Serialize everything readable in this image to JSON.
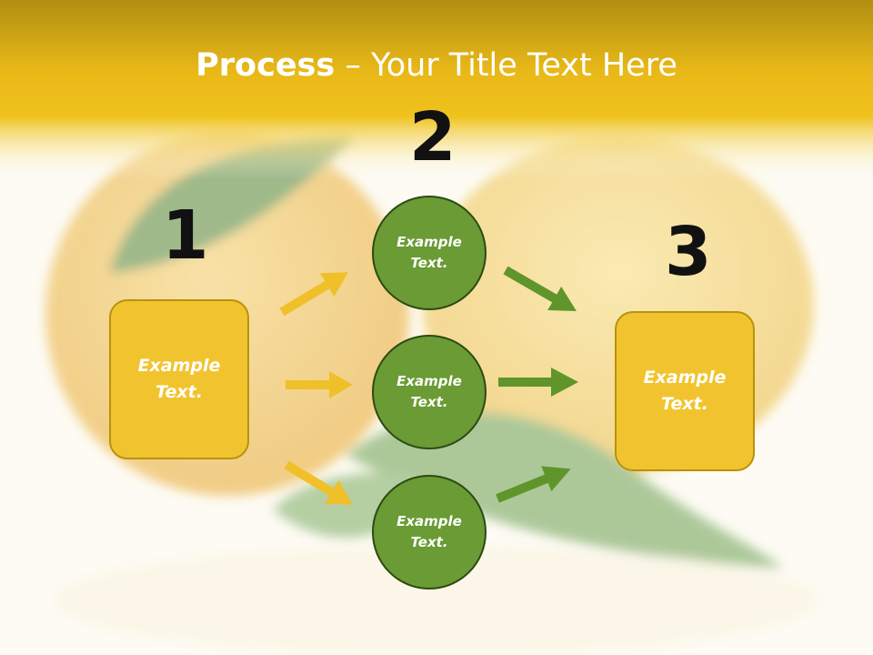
{
  "slide": {
    "title_bold": "Process",
    "title_rest": " – Your Title Text Here"
  },
  "steps": {
    "one": "1",
    "two": "2",
    "three": "3"
  },
  "left_box": {
    "text": "Example Text."
  },
  "circles": [
    {
      "text": "Example Text."
    },
    {
      "text": "Example Text."
    },
    {
      "text": "Example Text."
    }
  ],
  "right_box": {
    "text": "Example Text."
  },
  "colors": {
    "header_gold": "#e9b818",
    "box_yellow": "#f1c42f",
    "circle_green": "#6a9b34",
    "arrow_yellow": "#f0c02a",
    "arrow_green": "#5f952b"
  }
}
